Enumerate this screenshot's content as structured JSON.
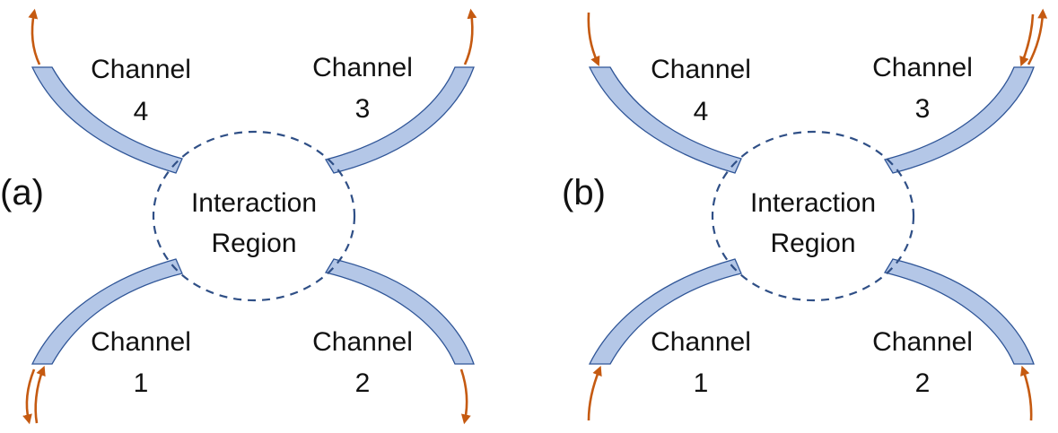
{
  "colors": {
    "channel_fill": "#b4c7e7",
    "channel_stroke": "#2f5597",
    "region_stroke": "#2f4f86",
    "arrow": "#c55a11",
    "text": "#111111"
  },
  "panels": [
    {
      "label": "(a)",
      "region": {
        "line1": "Interaction",
        "line2": "Region"
      },
      "channels": [
        {
          "line1": "Channel",
          "line2": "1",
          "arrows": "in-and-out"
        },
        {
          "line1": "Channel",
          "line2": "2",
          "arrows": "out"
        },
        {
          "line1": "Channel",
          "line2": "3",
          "arrows": "out"
        },
        {
          "line1": "Channel",
          "line2": "4",
          "arrows": "out"
        }
      ]
    },
    {
      "label": "(b)",
      "region": {
        "line1": "Interaction",
        "line2": "Region"
      },
      "channels": [
        {
          "line1": "Channel",
          "line2": "1",
          "arrows": "in"
        },
        {
          "line1": "Channel",
          "line2": "2",
          "arrows": "in"
        },
        {
          "line1": "Channel",
          "line2": "3",
          "arrows": "in-and-out"
        },
        {
          "line1": "Channel",
          "line2": "4",
          "arrows": "in"
        }
      ]
    }
  ]
}
